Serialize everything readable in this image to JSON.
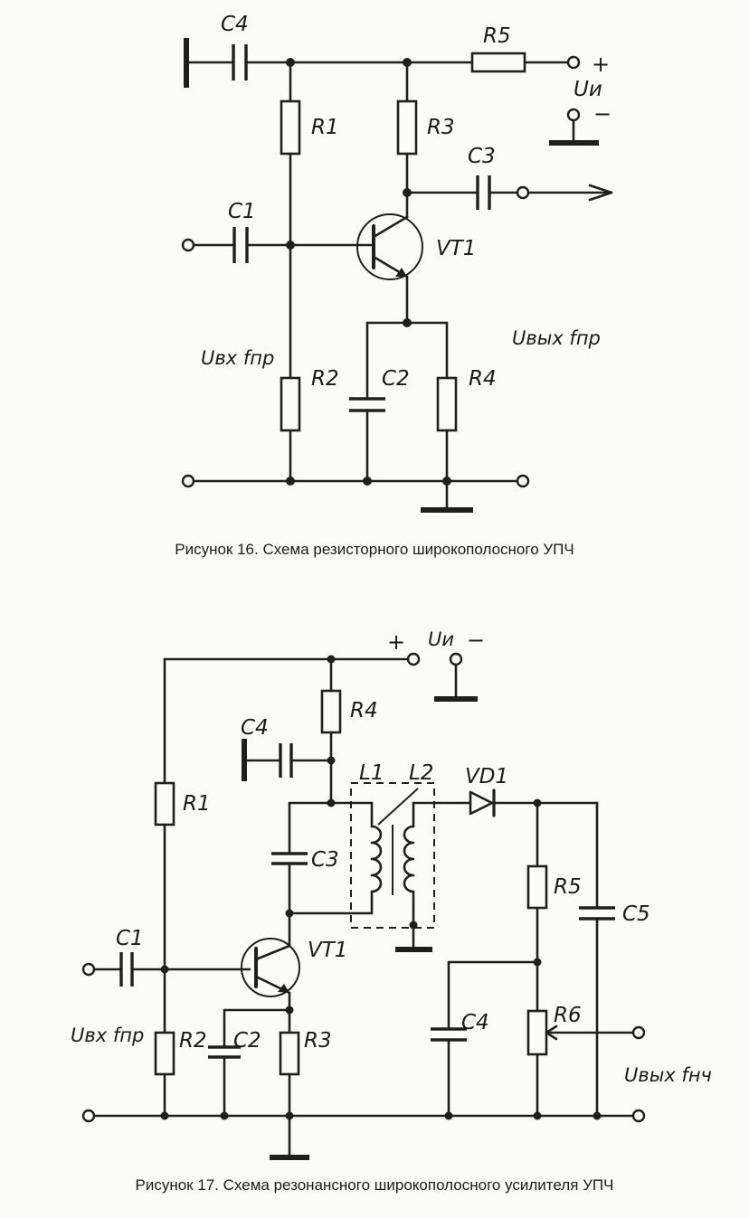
{
  "figure16": {
    "caption": "Рисунок 16. Схема резисторного широкополосного УПЧ",
    "labels": {
      "C4": "C4",
      "R5": "R5",
      "supply": "Uи",
      "plus": "+",
      "minus": "−",
      "R1": "R1",
      "R3": "R3",
      "C3": "C3",
      "C1": "C1",
      "VT1": "VT1",
      "input": "Uвх fпр",
      "output": "Uвых fпр",
      "R2": "R2",
      "C2": "C2",
      "R4": "R4"
    }
  },
  "figure17": {
    "caption": "Рисунок 17. Схема резонансного широкополосного усилителя УПЧ",
    "labels": {
      "plus": "+",
      "supply": "Uи",
      "minus": "−",
      "R4": "R4",
      "C4a": "C4",
      "L1": "L1",
      "L2": "L2",
      "VD1": "VD1",
      "R1": "R1",
      "C3": "C3",
      "R5": "R5",
      "C5": "C5",
      "C1": "C1",
      "VT1": "VT1",
      "C4b": "C4",
      "R6": "R6",
      "input": "Uвх fпр",
      "R2": "R2",
      "C2": "C2",
      "R3": "R3",
      "output": "Uвых fнч"
    }
  }
}
